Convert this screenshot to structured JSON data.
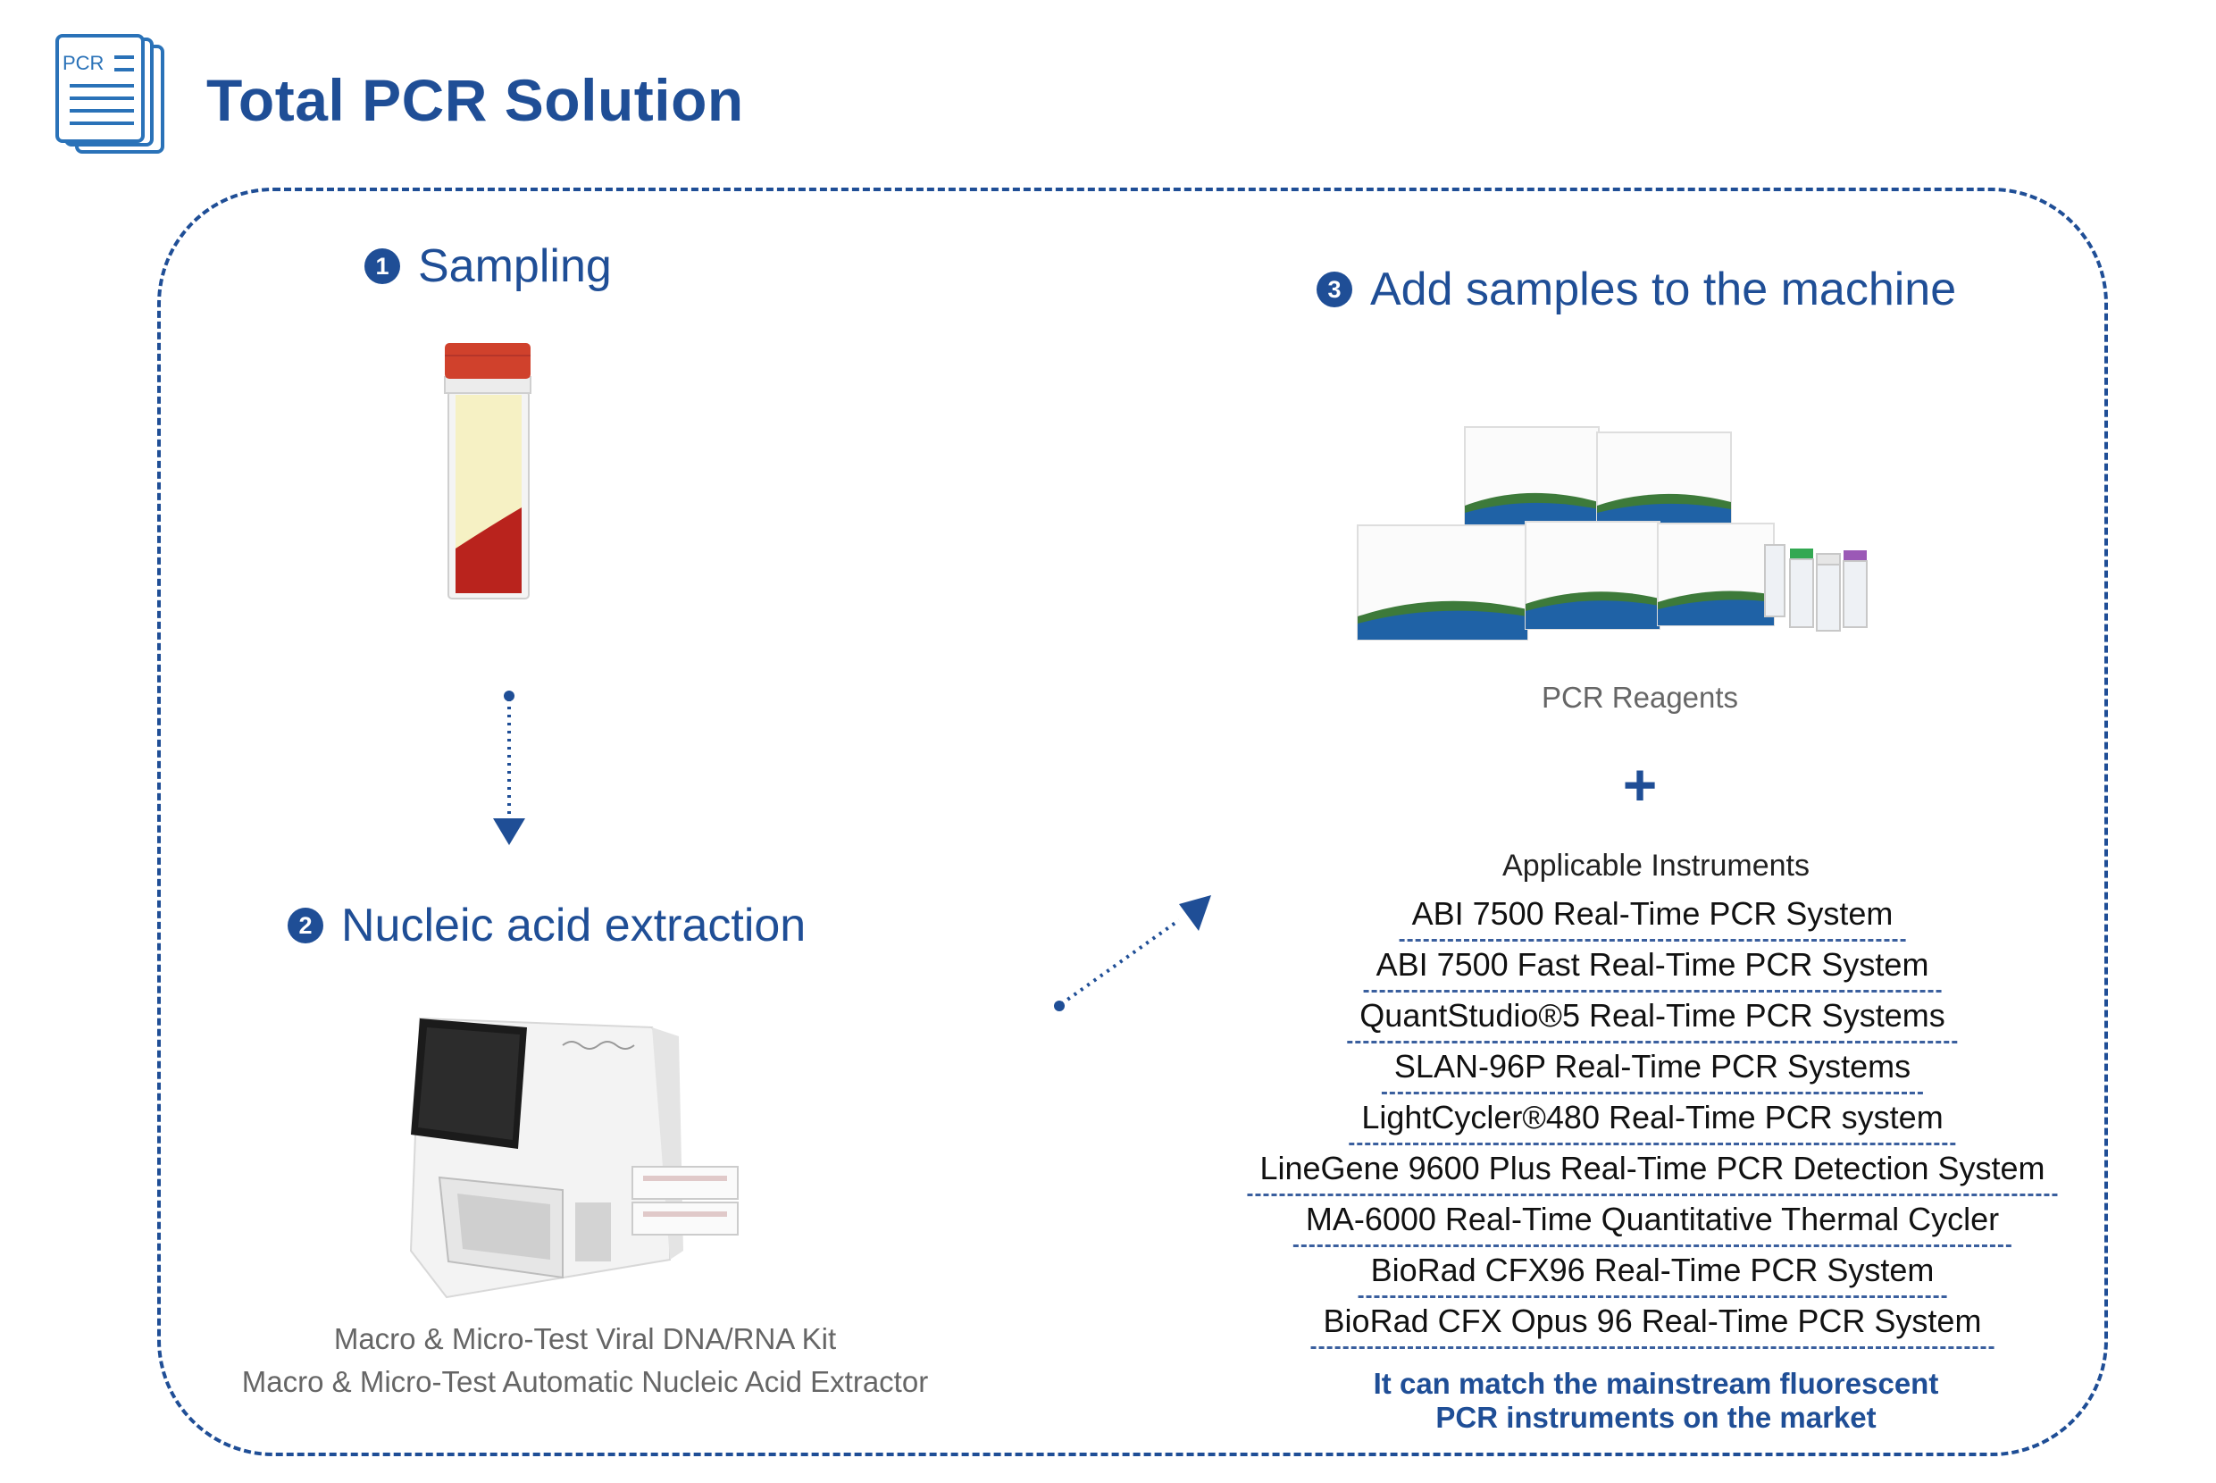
{
  "header": {
    "icon_text": "PCR",
    "title": "Total PCR Solution"
  },
  "steps": [
    {
      "number": "1",
      "label": "Sampling"
    },
    {
      "number": "2",
      "label": "Nucleic acid extraction"
    },
    {
      "number": "3",
      "label": "Add samples to the machine"
    }
  ],
  "extraction": {
    "caption_line1": "Macro & Micro-Test Viral DNA/RNA Kit",
    "caption_line2": "Macro & Micro-Test Automatic Nucleic Acid Extractor"
  },
  "reagents": {
    "caption": "PCR Reagents",
    "plus": "+"
  },
  "instruments": {
    "heading": "Applicable Instruments",
    "items": [
      "ABI 7500 Real-Time PCR System",
      "ABI 7500 Fast Real-Time PCR System",
      "QuantStudio®5 Real-Time PCR Systems",
      "SLAN-96P Real-Time PCR Systems",
      "LightCycler®480 Real-Time PCR system",
      "LineGene 9600 Plus Real-Time PCR Detection System",
      "MA-6000 Real-Time Quantitative Thermal Cycler",
      "BioRad CFX96 Real-Time PCR System",
      "BioRad CFX Opus 96 Real-Time PCR System"
    ],
    "note_line1": "It can match the mainstream fluorescent",
    "note_line2": "PCR instruments on the market"
  },
  "colors": {
    "brand_blue": "#1f4e96",
    "cap_red": "#d0412c",
    "sample_red": "#b9231d",
    "sample_yellow": "#f6f1c4"
  }
}
